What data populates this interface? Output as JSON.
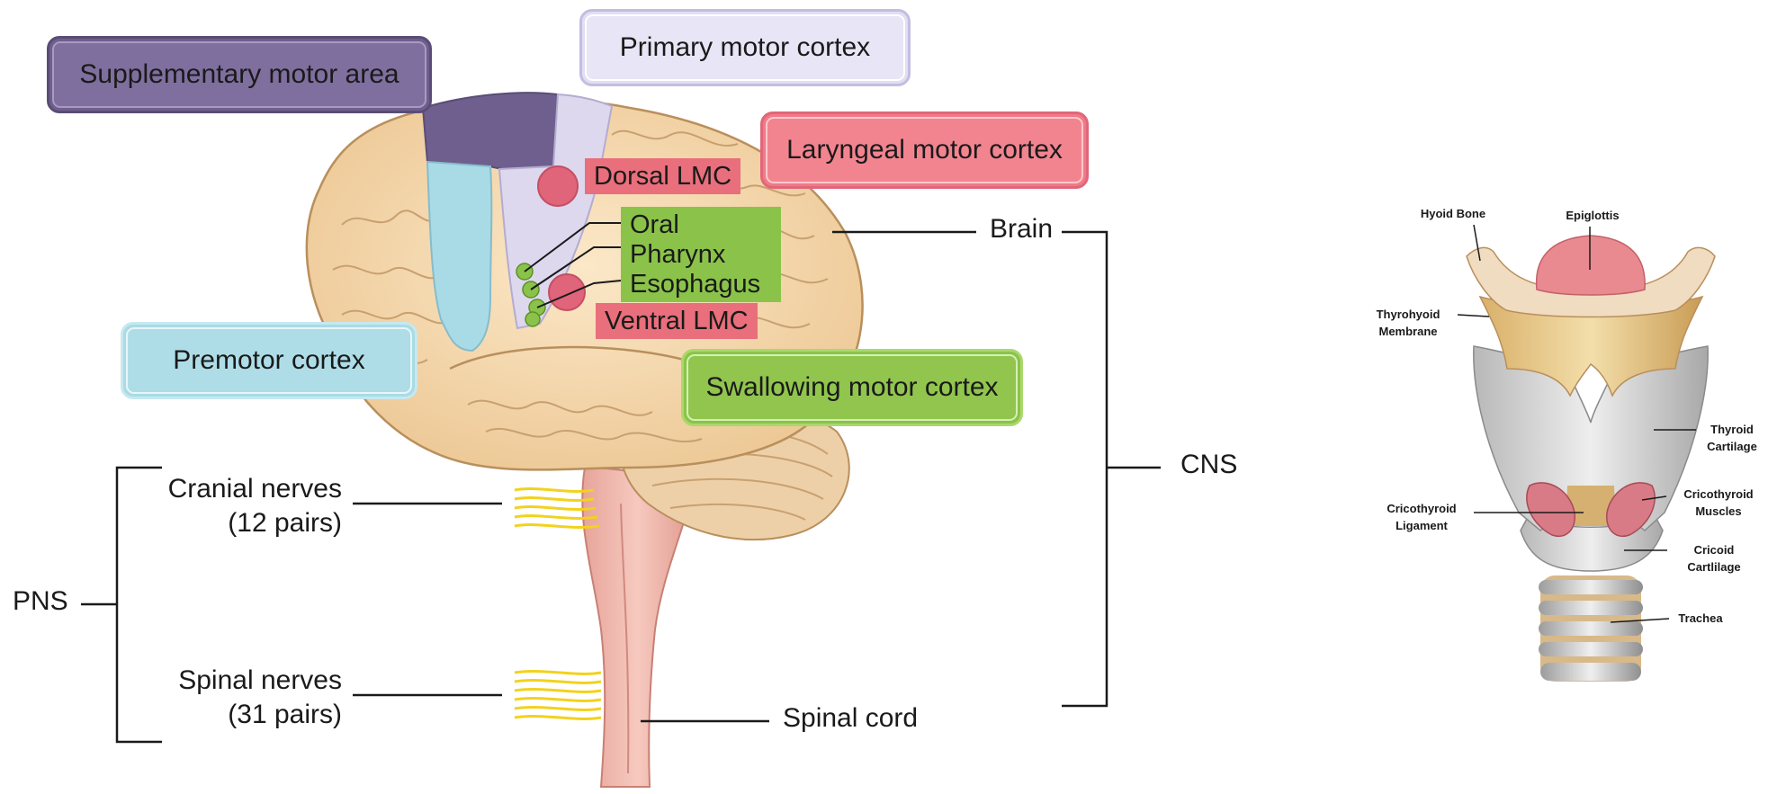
{
  "brain_figure": {
    "boxes": {
      "supplementary_motor_area": "Supplementary motor area",
      "primary_motor_cortex": "Primary motor cortex",
      "laryngeal_motor_cortex": "Laryngeal motor cortex",
      "premotor_cortex": "Premotor cortex",
      "swallowing_motor_cortex": "Swallowing motor cortex"
    },
    "tags": {
      "dorsal_lmc": "Dorsal LMC",
      "ventral_lmc": "Ventral LMC"
    },
    "organs": [
      "Oral",
      "Pharynx",
      "Esophagus"
    ],
    "labels": {
      "brain": "Brain",
      "cns": "CNS",
      "pns": "PNS",
      "cranial_nerves_line1": "Cranial nerves",
      "cranial_nerves_line2": "(12 pairs)",
      "spinal_nerves_line1": "Spinal nerves",
      "spinal_nerves_line2": "(31 pairs)",
      "spinal_cord": "Spinal cord"
    },
    "colors": {
      "supplementary": "#6f5f8f",
      "primary_motor": "#e2def3",
      "laryngeal": "#f07a86",
      "premotor": "#a9dbe6",
      "swallowing": "#8bc34a",
      "lmc_tag": "#e86f7b",
      "brain_tissue": "#f5dcb6",
      "nerves": "#f2d21c"
    }
  },
  "larynx_figure": {
    "labels": {
      "hyoid_bone": "Hyoid Bone",
      "epiglottis": "Epiglottis",
      "thyrohyoid_line1": "Thyrohyoid",
      "thyrohyoid_line2": "Membrane",
      "thyroid_line1": "Thyroid",
      "thyroid_line2": "Cartilage",
      "cricothyroid_lig_line1": "Cricothyroid",
      "cricothyroid_lig_line2": "Ligament",
      "cricothyroid_mus_line1": "Cricothyroid",
      "cricothyroid_mus_line2": "Muscles",
      "cricoid_line1": "Cricoid",
      "cricoid_line2": "Cartlilage",
      "trachea": "Trachea"
    }
  }
}
